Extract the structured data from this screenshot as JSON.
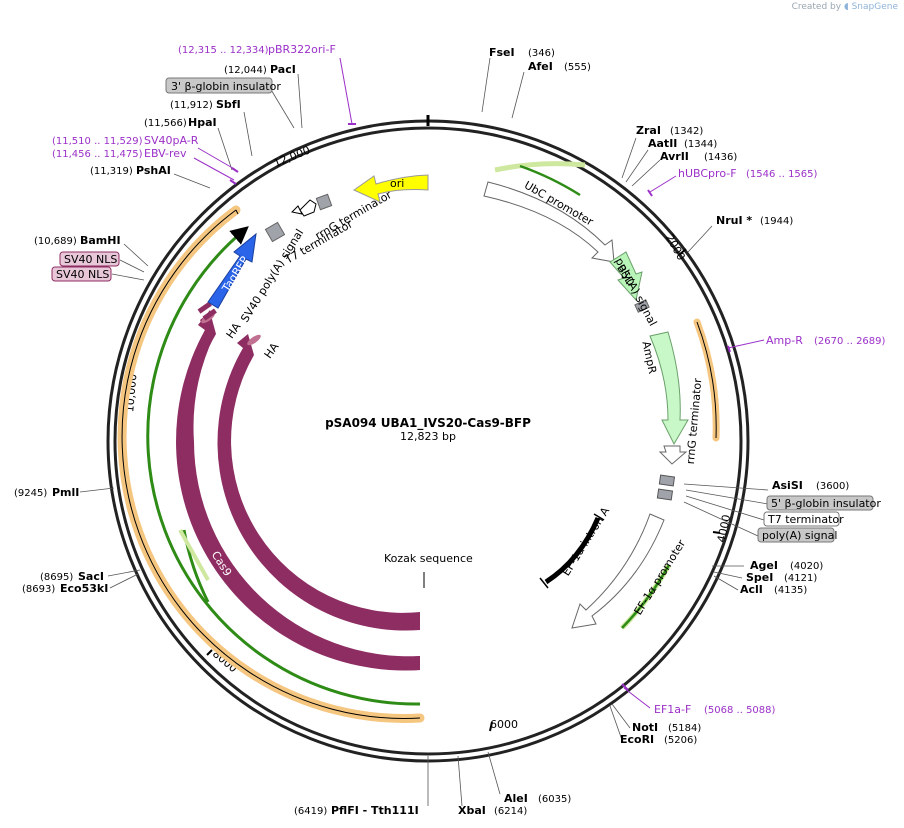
{
  "header": {
    "created_by": "Created by",
    "brand": "SnapGene"
  },
  "plasmid": {
    "name": "pSA094 UBA1_IVS20-Cas9-BFP",
    "length_label": "12,823 bp"
  },
  "ticks": [
    "2000",
    "4000",
    "6000",
    "8000",
    "10,000",
    "12,000"
  ],
  "sites_right": [
    {
      "name": "FseI",
      "pos": "(346)"
    },
    {
      "name": "AfeI",
      "pos": "(555)"
    },
    {
      "name": "ZraI",
      "pos": "(1342)"
    },
    {
      "name": "AatII",
      "pos": "(1344)"
    },
    {
      "name": "AvrII",
      "pos": "(1436)"
    },
    {
      "name": "NruI *",
      "pos": "(1944)"
    },
    {
      "name": "AsiSI",
      "pos": "(3600)"
    },
    {
      "name": "AgeI",
      "pos": "(4020)"
    },
    {
      "name": "SpeI",
      "pos": "(4121)"
    },
    {
      "name": "AclI",
      "pos": "(4135)"
    },
    {
      "name": "NotI",
      "pos": "(5184)"
    },
    {
      "name": "EcoRI",
      "pos": "(5206)"
    },
    {
      "name": "AleI",
      "pos": "(6035)"
    },
    {
      "name": "XbaI",
      "pos": "(6214)"
    }
  ],
  "sites_left": [
    {
      "name": "PflFI - Tth111I",
      "pos": "(6419)"
    },
    {
      "name": "SacI",
      "pos": "(8695)"
    },
    {
      "name": "Eco53kI",
      "pos": "(8693)"
    },
    {
      "name": "PmlI",
      "pos": "(9245)"
    },
    {
      "name": "BamHI",
      "pos": "(10,689)"
    },
    {
      "name": "PshAI",
      "pos": "(11,319)"
    },
    {
      "name": "HpaI",
      "pos": "(11,566)"
    },
    {
      "name": "SbfI",
      "pos": "(11,912)"
    },
    {
      "name": "PacI",
      "pos": "(12,044)"
    }
  ],
  "primers": [
    {
      "name": "pBR322ori-F",
      "pos": "(12,315 .. 12,334)"
    },
    {
      "name": "SV40pA-R",
      "pos": "(11,510 .. 11,529)"
    },
    {
      "name": "EBV-rev",
      "pos": "(11,456 .. 11,475)"
    },
    {
      "name": "hUBCpro-F",
      "pos": "(1546 .. 1565)"
    },
    {
      "name": "Amp-R",
      "pos": "(2670 .. 2689)"
    },
    {
      "name": "EF1a-F",
      "pos": "(5068 .. 5088)"
    }
  ],
  "boxed_labels": [
    "3' β-globin insulator",
    "SV40 NLS",
    "SV40 NLS",
    "5' β-globin insulator",
    "T7 terminator",
    "poly(A) signal"
  ],
  "features": [
    "ori",
    "UbC promoter",
    "BSD",
    "poly(A) signal",
    "AmpR",
    "rrnG terminator",
    "EF-1α promoter",
    "EF-1α intron A",
    "Kozak sequence",
    "Cas9",
    "Cas9",
    "HA",
    "HA",
    "TagBFP",
    "SV40 poly(A) signal",
    "rrnG terminator",
    "T7 terminator"
  ],
  "colors": {
    "cas9": "#8e2d62",
    "ori": "#ffff00",
    "bsd": "#b9f5b9",
    "ampr": "#c8f7c8",
    "tagbfp": "#2a64e8",
    "primer": "#9b30c8",
    "orf_green": "#2e8b16",
    "orf_orange": "#f0b050",
    "nls": "#e8c8d8",
    "grey_box": "#bdbdbd"
  }
}
